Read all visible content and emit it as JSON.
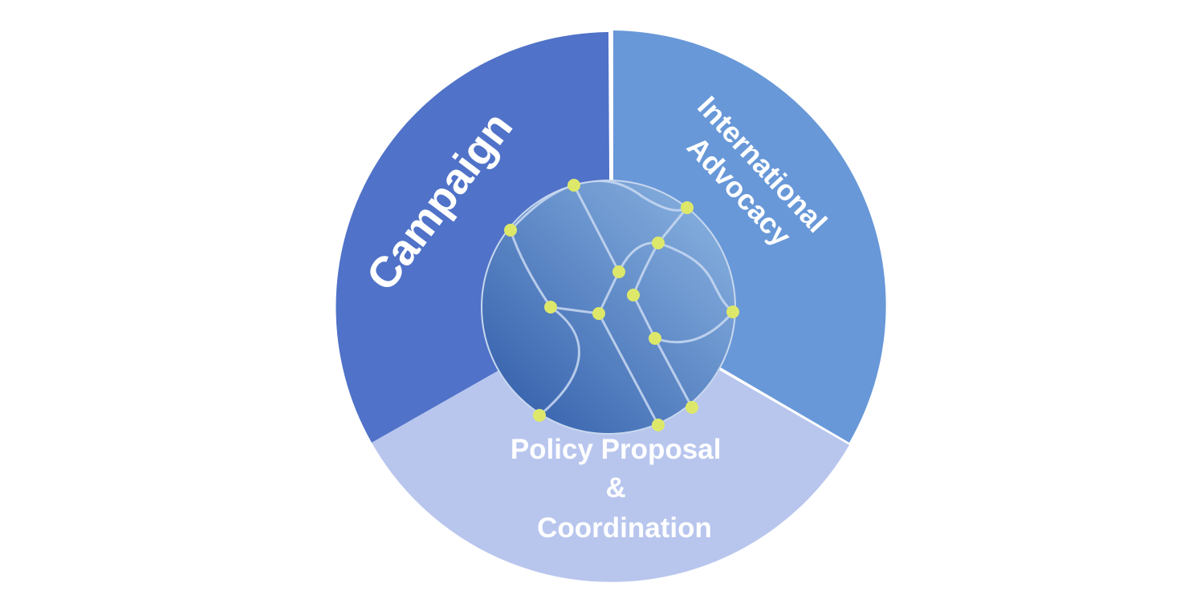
{
  "diagram": {
    "segments": [
      {
        "id": "campaign",
        "label": "Campaign",
        "color": "#5072c8"
      },
      {
        "id": "international",
        "label_lines": [
          "International",
          "Advocacy"
        ],
        "color": "#6898d8"
      },
      {
        "id": "policy",
        "label_lines": [
          "Policy Proposal",
          "&",
          "Coordination"
        ],
        "color": "#b8c6ee"
      }
    ],
    "globe": {
      "gradient_start": "#2e5aa8",
      "gradient_end": "#8fb8e4",
      "node_color": "#dde86a"
    }
  }
}
